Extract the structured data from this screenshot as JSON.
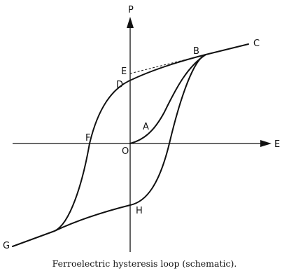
{
  "axes": {
    "vertical": "P",
    "horizontal": "E"
  },
  "points": {
    "origin": "O",
    "A": "A",
    "B": "B",
    "C": "C",
    "D": "D",
    "E": "E",
    "F": "F",
    "G": "G",
    "H": "H"
  },
  "caption": "Ferroelectric hysteresis loop (schematic)."
}
